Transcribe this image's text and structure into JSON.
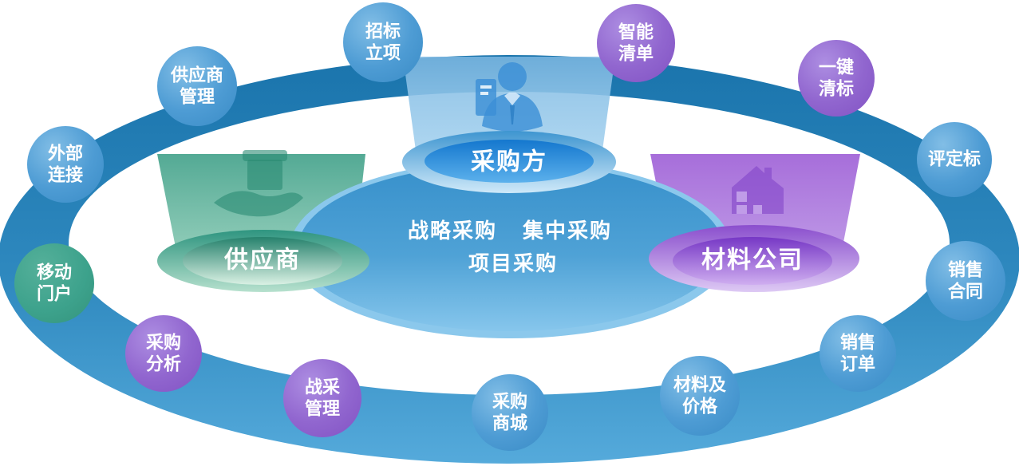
{
  "diagram": {
    "roles": {
      "purchaser": "采购方",
      "supplier": "供应商",
      "material_company": "材料公司"
    },
    "platform": {
      "line1_left": "战略采购",
      "line1_right": "集中采购",
      "line2": "项目采购"
    },
    "bubbles": [
      {
        "name": "tender-initiation",
        "color": "blue",
        "lines": [
          "招标",
          "立项"
        ]
      },
      {
        "name": "smart-list",
        "color": "purple",
        "lines": [
          "智能",
          "清单"
        ]
      },
      {
        "name": "supplier-management",
        "color": "blue",
        "lines": [
          "供应商",
          "管理"
        ]
      },
      {
        "name": "one-click-bid-clarification",
        "color": "purple",
        "lines": [
          "一键",
          "清标"
        ]
      },
      {
        "name": "external-connection",
        "color": "blue",
        "lines": [
          "外部",
          "连接"
        ]
      },
      {
        "name": "bid-evaluation",
        "color": "blue",
        "lines": [
          "评定标"
        ]
      },
      {
        "name": "mobile-portal",
        "color": "green",
        "lines": [
          "移动",
          "门户"
        ]
      },
      {
        "name": "sales-contract",
        "color": "blue",
        "lines": [
          "销售",
          "合同"
        ]
      },
      {
        "name": "procurement-analysis",
        "color": "purple",
        "lines": [
          "采购",
          "分析"
        ]
      },
      {
        "name": "sales-order",
        "color": "blue",
        "lines": [
          "销售",
          "订单"
        ]
      },
      {
        "name": "strategic-sourcing-management",
        "color": "purple",
        "lines": [
          "战采",
          "管理"
        ]
      },
      {
        "name": "material-and-price",
        "color": "blue",
        "lines": [
          "材料及",
          "价格"
        ]
      },
      {
        "name": "procurement-mall",
        "color": "blue",
        "lines": [
          "采购",
          "商城"
        ]
      }
    ],
    "icons": {
      "purchaser": "person-icon",
      "supplier": "hand-box-icon",
      "material_company": "building-icon"
    },
    "palette": {
      "ring_top": "#1d77ae",
      "ring_bottom": "#52a8da",
      "disc_top": "#3a92cc",
      "disc_bottom": "#7fc2ea",
      "blue_bubble": "#4897d1",
      "purple_bubble": "#9168cf",
      "green_bubble": "#3da28d",
      "beam_blue": "#a3d0ee",
      "beam_green": "#55ae98",
      "beam_purple": "#a876dc"
    }
  }
}
